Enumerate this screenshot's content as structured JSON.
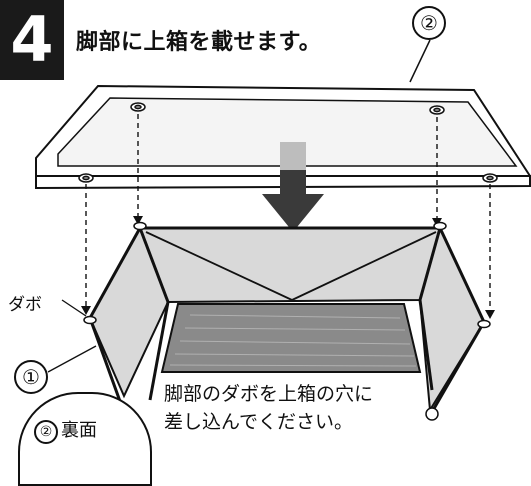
{
  "step": {
    "number": "4",
    "title": "脚部に上箱を載せます。"
  },
  "callouts": {
    "part_top": "②",
    "part_legs": "①",
    "dowel_label": "ダボ"
  },
  "instruction": {
    "line1": "脚部のダボを上箱の穴に",
    "line2": "差し込んでください。"
  },
  "inset": {
    "number": "②",
    "label": "裏面"
  },
  "colors": {
    "panel_fill": "#d9d9d9",
    "shelf_fill": "#8a8a8a",
    "arrow_fill": "#3a3a3a",
    "line": "#111111"
  }
}
